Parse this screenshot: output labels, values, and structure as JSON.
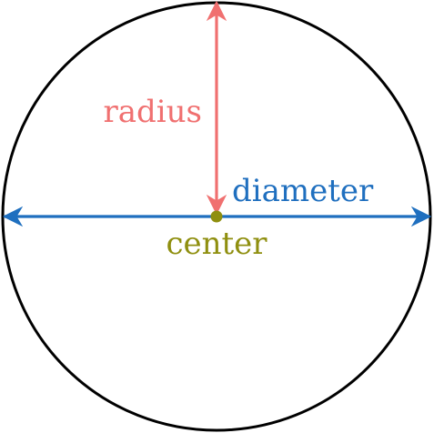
{
  "labels": {
    "radius": "radius",
    "diameter": "diameter",
    "center": "center"
  },
  "colors": {
    "circle": "#000000",
    "radius": "#f07070",
    "diameter": "#1f6fbf",
    "center": "#8f8f0f"
  }
}
